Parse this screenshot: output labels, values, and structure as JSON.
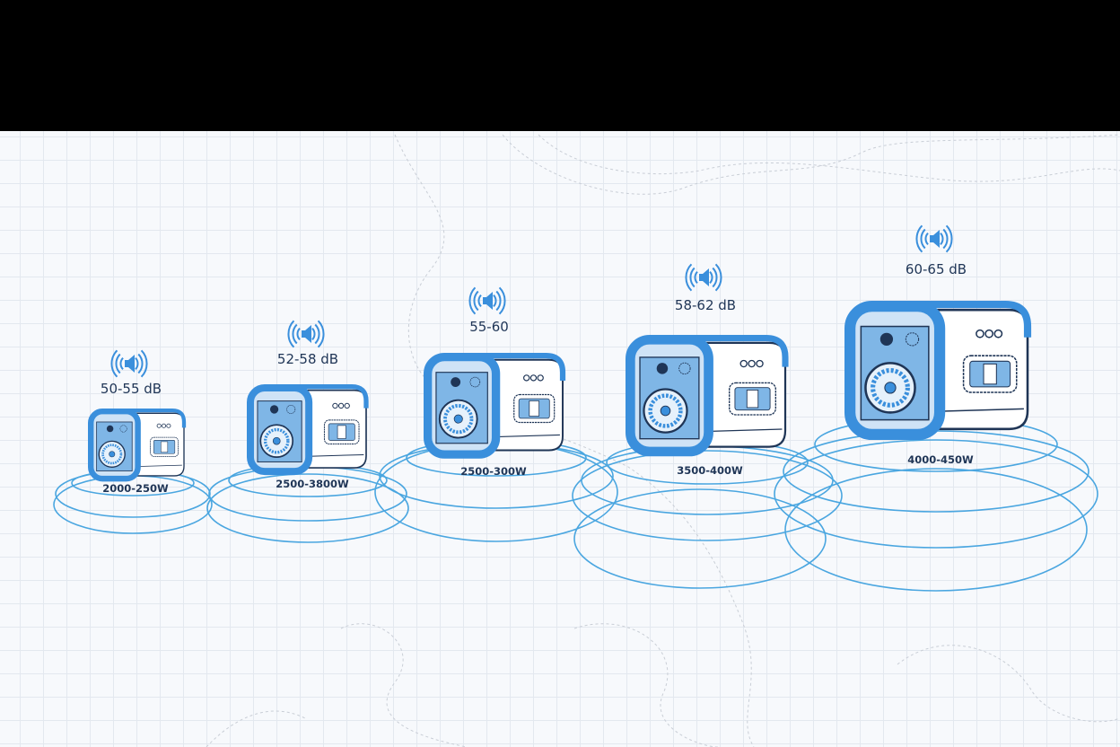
{
  "colors": {
    "accent": "#3a8fdc",
    "ring": "#4aa6e0",
    "text": "#1f3556",
    "background": "#f7f9fc"
  },
  "generators": [
    {
      "noise": "50-55 dB",
      "power": "2000-250W",
      "icon": "speaker-sound-icon",
      "level": 1
    },
    {
      "noise": "52-58 dB",
      "power": "2500-3800W",
      "icon": "speaker-sound-icon",
      "level": 2
    },
    {
      "noise": "55-60",
      "power": "2500-300W",
      "icon": "speaker-sound-icon",
      "level": 3
    },
    {
      "noise": "58-62 dB",
      "power": "3500-400W",
      "icon": "speaker-sound-icon",
      "level": 4
    },
    {
      "noise": "60-65 dB",
      "power": "4000-450W",
      "icon": "speaker-sound-icon",
      "level": 5
    }
  ]
}
